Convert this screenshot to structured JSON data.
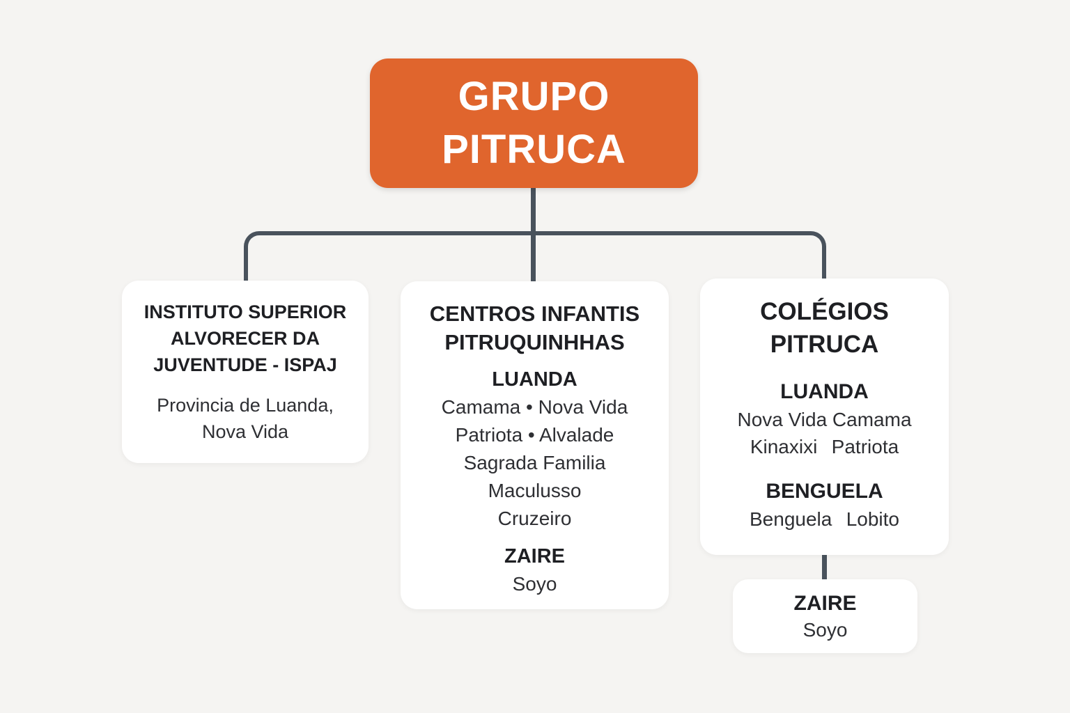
{
  "colors": {
    "bg": "#f5f4f2",
    "card": "#ffffff",
    "accent": "#e0652d",
    "line": "#49525c",
    "heading": "#1e1f23",
    "body": "#2e2f33",
    "root-text": "#ffffff"
  },
  "root": {
    "title_lines": [
      "GRUPO",
      "PITRUCA"
    ]
  },
  "branches": {
    "ispaj": {
      "title_lines": [
        "INSTITUTO SUPERIOR",
        "ALVORECER DA",
        "JUVENTUDE - ISPAJ"
      ],
      "body_lines": [
        "Provincia de Luanda,",
        "Nova Vida"
      ]
    },
    "centros": {
      "title_lines": [
        "CENTROS INFANTIS",
        "PITRUQUINHHAS"
      ],
      "sections": {
        "luanda": {
          "heading": "LUANDA",
          "lines": [
            "Camama • Nova Vida",
            "Patriota • Alvalade",
            "Sagrada Familia",
            "Maculusso",
            "Cruzeiro"
          ]
        },
        "zaire": {
          "heading": "ZAIRE",
          "lines": [
            "Soyo"
          ]
        }
      }
    },
    "colegios": {
      "title_lines": [
        "COLÉGIOS",
        "PITRUCA"
      ],
      "sections": {
        "luanda": {
          "heading": "LUANDA",
          "lines": [
            "Nova Vida Camama",
            "Kinaxixi Patriota"
          ]
        },
        "benguela": {
          "heading": "BENGUELA",
          "lines": [
            "Benguela Lobito"
          ]
        }
      },
      "child": {
        "heading": "ZAIRE",
        "lines": [
          "Soyo"
        ]
      }
    }
  }
}
